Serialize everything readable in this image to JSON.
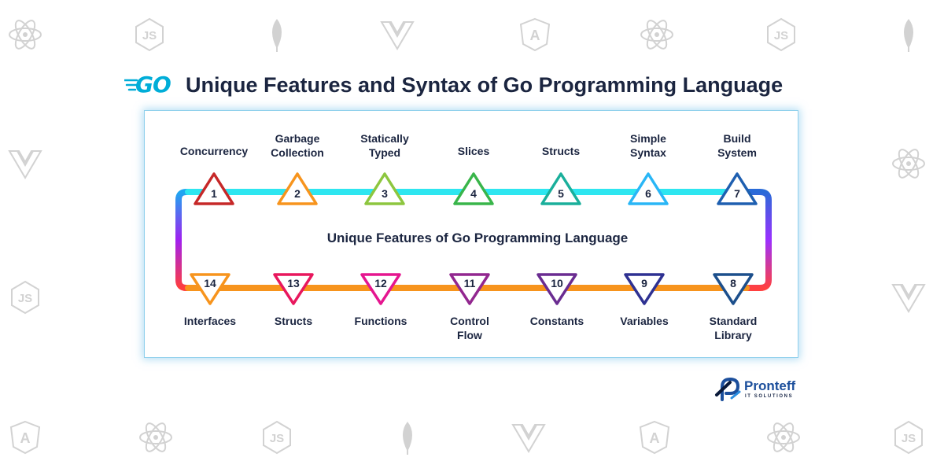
{
  "header": {
    "logo_text": "GO",
    "title": "Unique Features and Syntax of Go Programming Language"
  },
  "diagram": {
    "center_label": "Unique Features of Go Programming Language",
    "top_items": [
      {
        "num": "1",
        "label": [
          "Concurrency"
        ],
        "color": "#c62828"
      },
      {
        "num": "2",
        "label": [
          "Garbage",
          "Collection"
        ],
        "color": "#f7941d"
      },
      {
        "num": "3",
        "label": [
          "Statically",
          "Typed"
        ],
        "color": "#8dc63f"
      },
      {
        "num": "4",
        "label": [
          "Slices"
        ],
        "color": "#39b54a"
      },
      {
        "num": "5",
        "label": [
          "Structs"
        ],
        "color": "#1aaf9b"
      },
      {
        "num": "6",
        "label": [
          "Simple",
          "Syntax"
        ],
        "color": "#29b6f6"
      },
      {
        "num": "7",
        "label": [
          "Build",
          "System"
        ],
        "color": "#1e5fb0"
      }
    ],
    "bottom_items": [
      {
        "num": "14",
        "label": [
          "Interfaces"
        ],
        "color": "#f7941d"
      },
      {
        "num": "13",
        "label": [
          "Structs"
        ],
        "color": "#e8175d"
      },
      {
        "num": "12",
        "label": [
          "Functions"
        ],
        "color": "#e5168f"
      },
      {
        "num": "11",
        "label": [
          "Control",
          "Flow"
        ],
        "color": "#92278f"
      },
      {
        "num": "10",
        "label": [
          "Constants"
        ],
        "color": "#6a2c91"
      },
      {
        "num": "9",
        "label": [
          "Variables"
        ],
        "color": "#2e3192"
      },
      {
        "num": "8",
        "label": [
          "Standard",
          "Library"
        ],
        "color": "#1c4f8c"
      }
    ],
    "colors": {
      "top_track": "#2ee6f0",
      "bottom_track": "#f7941d",
      "left_track_top": "#1ea7f0",
      "left_track_mid": "#a020f0",
      "left_track_bottom": "#ff3d3d",
      "right_track_top": "#2a6bd8",
      "right_track_mid": "#9b30ff",
      "right_track_bottom": "#ff4040",
      "text_dark": "#1b2540"
    }
  },
  "branding": {
    "name": "Pronteff",
    "subtitle": "IT SOLUTIONS",
    "accent": "#1c4f9c"
  },
  "background_icons": [
    "react-icon",
    "javascript-icon",
    "nodejs-leaf-icon",
    "vue-icon",
    "angular-icon",
    "react-icon",
    "javascript-icon",
    "nodejs-leaf-icon",
    "vue-icon",
    "react-icon",
    "javascript-icon",
    "vue-icon",
    "angular-icon",
    "react-icon",
    "javascript-icon",
    "nodejs-leaf-icon",
    "vue-icon",
    "angular-icon",
    "react-icon",
    "javascript-icon"
  ]
}
